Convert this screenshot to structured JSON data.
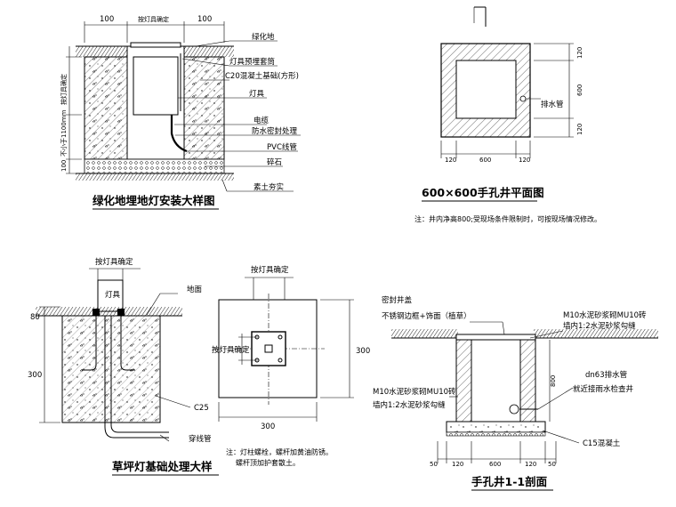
{
  "topLeft": {
    "title": "绿化地埋地灯安装大样图",
    "dims": {
      "left": "100",
      "mid": "按灯具确定",
      "right": "100",
      "vertical": "按灯具确定",
      "depth": "不小于1100mm",
      "gravel": "100"
    },
    "labels": [
      "绿化地",
      "灯具预埋套筒",
      "C20混凝土基础(方形)",
      "灯具",
      "电缆",
      "防水密封处理",
      "PVC线管",
      "碎石",
      "素土夯实"
    ]
  },
  "topRight": {
    "title": "600×600手孔井平面图",
    "pipe_label": "排水管",
    "vdims": [
      "120",
      "600",
      "120"
    ],
    "hdims": [
      "120",
      "600",
      "120"
    ],
    "note": "注：井内净高800;受现场条件限制时，可按现场情况修改。"
  },
  "bottomLeft": {
    "title": "草坪灯基础处理大样",
    "top_label": "按灯具确定",
    "lamp": "灯具",
    "ground": "地面",
    "dim80": "80",
    "dim300": "300",
    "concrete": "C25",
    "pipe": "穿线管"
  },
  "bottomMid": {
    "top_label": "按灯具确定",
    "side_label": "按灯具确定",
    "dim_right": "300",
    "dim_bottom": "300",
    "note_line1": "注：灯柱螺栓，螺杆加黄油防锈。",
    "note_line2": "螺杆顶加护套散土。"
  },
  "bottomRight": {
    "title": "手孔井1-1剖面",
    "labels": {
      "cover1": "密封井盖",
      "cover2": "不锈钢边框+饰面（植草）",
      "wall1": "M10水泥砂浆砌MU10砖",
      "wall2": "墙内1:2水泥砂浆勾缝",
      "left1": "M10水泥砂浆砌MU10砖",
      "left2": "墙内1:2水泥砂浆勾缝",
      "pipe1": "dn63排水管",
      "pipe2": "就近接雨水检查井",
      "c15": "C15混凝土",
      "height": "800"
    },
    "bottom_dims": [
      "50",
      "120",
      "600",
      "120",
      "50"
    ]
  }
}
